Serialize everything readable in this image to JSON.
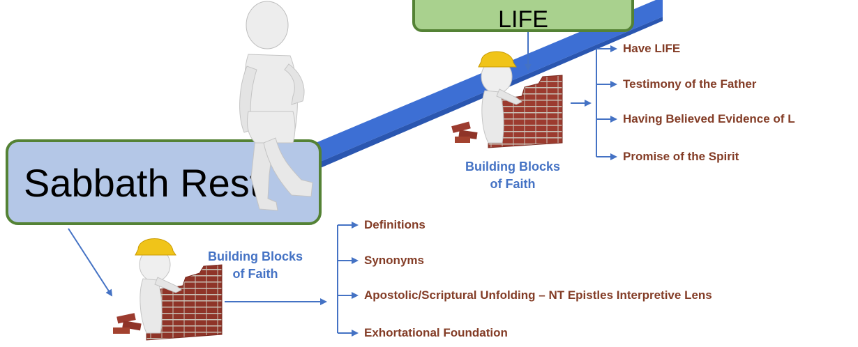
{
  "life_box": {
    "label": "LIFE"
  },
  "sabbath_box": {
    "label": "Sabbath Rest"
  },
  "upper_group": {
    "caption_line1": "Building Blocks",
    "caption_line2": "of Faith",
    "items": [
      "Have LIFE",
      "Testimony of the Father",
      "Having Believed Evidence of L",
      "Promise of the Spirit"
    ]
  },
  "lower_group": {
    "caption_line1": "Building Blocks",
    "caption_line2": "of Faith",
    "items": [
      "Definitions",
      "Synonyms",
      "Apostolic/Scriptural Unfolding – NT Epistles Interpretive Lens",
      "Exhortational Foundation"
    ]
  },
  "colors": {
    "bridge": "#3d6fd4",
    "connector": "#4472c4",
    "item_text": "#833c26",
    "caption_text": "#4472c4",
    "life_fill": "#a9d18e",
    "sabbath_fill": "#b4c7e7",
    "box_border": "#548235"
  }
}
